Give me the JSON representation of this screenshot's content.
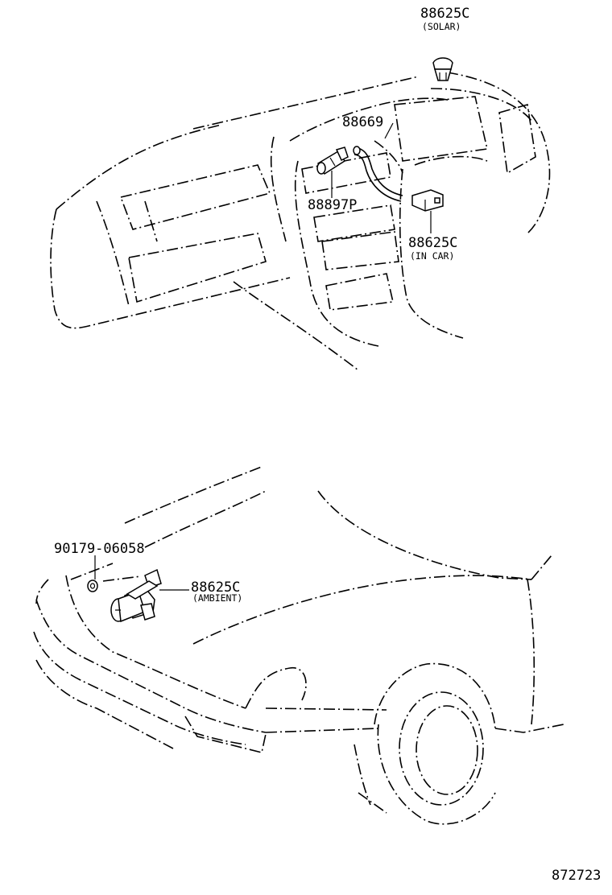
{
  "parts": {
    "solar": {
      "number": "88625C",
      "note": "(SOLAR)"
    },
    "hose": {
      "number": "88669"
    },
    "aspirator": {
      "number": "88897P"
    },
    "in_car": {
      "number": "88625C",
      "note": "(IN  CAR)"
    },
    "bolt": {
      "number": "90179-06058"
    },
    "ambient": {
      "number": "88625C",
      "note": "(AMBIENT)"
    }
  },
  "figure_id": "872723"
}
